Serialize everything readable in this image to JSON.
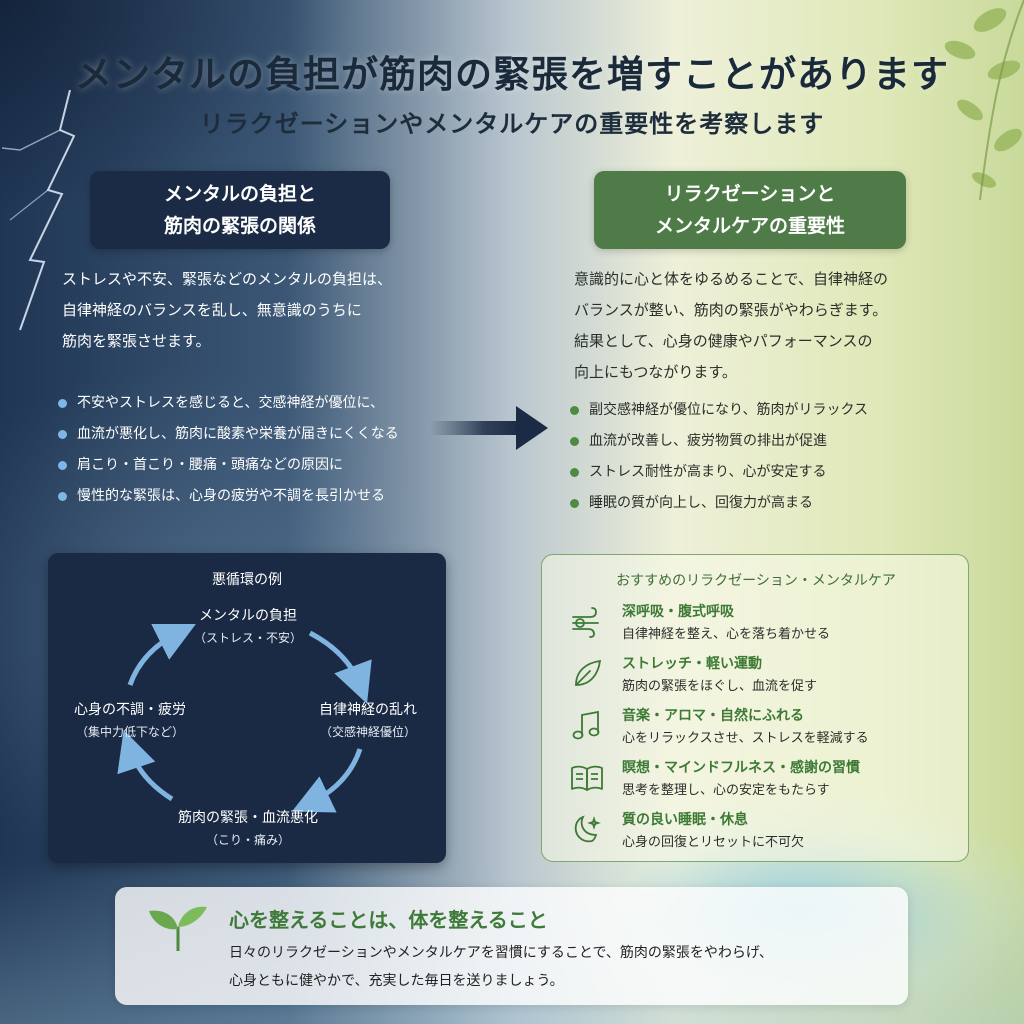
{
  "header": {
    "title": "メンタルの負担が筋肉の緊張を増すことがあります",
    "subtitle": "リラクゼーションやメンタルケアの重要性を考察します"
  },
  "left": {
    "heading_line1": "メンタルの負担と",
    "heading_line2": "筋肉の緊張の関係",
    "paragraph_lines": [
      "ストレスや不安、緊張などのメンタルの負担は、",
      "自律神経のバランスを乱し、無意識のうちに",
      "筋肉を緊張させます。"
    ],
    "bullets": [
      "不安やストレスを感じると、交感神経が優位に、",
      "血流が悪化し、筋肉に酸素や栄養が届きにくくなる",
      "肩こり・首こり・腰痛・頭痛などの原因に",
      "慢性的な緊張は、心身の疲労や不調を長引かせる"
    ]
  },
  "right": {
    "heading_line1": "リラクゼーションと",
    "heading_line2": "メンタルケアの重要性",
    "paragraph_lines": [
      "意識的に心と体をゆるめることで、自律神経の",
      "バランスが整い、筋肉の緊張がやわらぎます。",
      "結果として、心身の健康やパフォーマンスの",
      "向上にもつながります。"
    ],
    "bullets": [
      "副交感神経が優位になり、筋肉がリラックス",
      "血流が改善し、疲労物質の排出が促進",
      "ストレス耐性が高まり、心が安定する",
      "睡眠の質が向上し、回復力が高まる"
    ]
  },
  "cycle": {
    "title": "悪循環の例",
    "nodes": [
      {
        "label": "メンタルの負担",
        "sub": "（ストレス・不安）"
      },
      {
        "label": "自律神経の乱れ",
        "sub": "（交感神経優位）"
      },
      {
        "label": "筋肉の緊張・血流悪化",
        "sub": "（こり・痛み）"
      },
      {
        "label": "心身の不調・疲労",
        "sub": "（集中力低下など）"
      }
    ]
  },
  "care": {
    "title": "おすすめのリラクゼーション・メンタルケア",
    "items": [
      {
        "name": "深呼吸・腹式呼吸",
        "desc": "自律神経を整え、心を落ち着かせる",
        "icon": "breath-icon"
      },
      {
        "name": "ストレッチ・軽い運動",
        "desc": "筋肉の緊張をほぐし、血流を促す",
        "icon": "leaf-icon"
      },
      {
        "name": "音楽・アロマ・自然にふれる",
        "desc": "心をリラックスさせ、ストレスを軽減する",
        "icon": "music-note-icon"
      },
      {
        "name": "瞑想・マインドフルネス・感謝の習慣",
        "desc": "思考を整理し、心の安定をもたらす",
        "icon": "open-book-icon"
      },
      {
        "name": "質の良い睡眠・休息",
        "desc": "心身の回復とリセットに不可欠",
        "icon": "moon-icon"
      }
    ]
  },
  "footer": {
    "title": "心を整えることは、体を整えること",
    "text_line1": "日々のリラクゼーションやメンタルケアを習慣にすることで、筋肉の緊張をやわらげ、",
    "text_line2": "心身ともに健やかで、充実した毎日を送りましょう。"
  },
  "colors": {
    "navy": "#1b2b45",
    "green": "#4e7b47",
    "bullet_blue": "#7eb6e6",
    "bullet_green": "#4f8a43"
  }
}
